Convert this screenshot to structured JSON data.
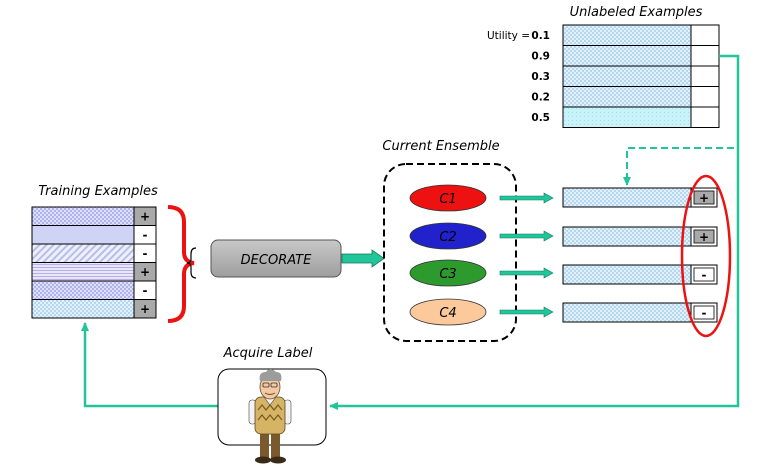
{
  "training": {
    "title": "Training Examples",
    "rows": [
      {
        "label": "+",
        "fill": "url(#patBlue)",
        "label_bg": "#a9a9a9"
      },
      {
        "label": "-",
        "fill": "#cfd3f5",
        "label_bg": "#ffffff"
      },
      {
        "label": "-",
        "fill": "url(#patDiag)",
        "label_bg": "#ffffff"
      },
      {
        "label": "+",
        "fill": "url(#patDots)",
        "label_bg": "#a9a9a9"
      },
      {
        "label": "-",
        "fill": "url(#patBlue)",
        "label_bg": "#ffffff"
      },
      {
        "label": "+",
        "fill": "url(#patCheck)",
        "label_bg": "#a9a9a9"
      }
    ]
  },
  "decorate": {
    "label": "DECORATE"
  },
  "ensemble": {
    "title": "Current Ensemble",
    "classifiers": [
      {
        "label": "C1",
        "color": "#ee1111"
      },
      {
        "label": "C2",
        "color": "#2222cc"
      },
      {
        "label": "C3",
        "color": "#2d9a2d"
      },
      {
        "label": "C4",
        "color": "#fbc99b"
      }
    ]
  },
  "predictions": [
    {
      "label": "+",
      "label_bg": "#a9a9a9"
    },
    {
      "label": "+",
      "label_bg": "#a9a9a9"
    },
    {
      "label": "-",
      "label_bg": "#ffffff"
    },
    {
      "label": "-",
      "label_bg": "#ffffff"
    }
  ],
  "unlabeled": {
    "title": "Unlabeled Examples",
    "utility_prefix": "Utility = ",
    "utilities": [
      "0.1",
      "0.9",
      "0.3",
      "0.2",
      "0.5"
    ]
  },
  "acquire": {
    "label": "Acquire Label"
  },
  "colors": {
    "flow": "#22c49a",
    "brace": "#ee1111",
    "ellipse_highlight": "#ee1111"
  }
}
